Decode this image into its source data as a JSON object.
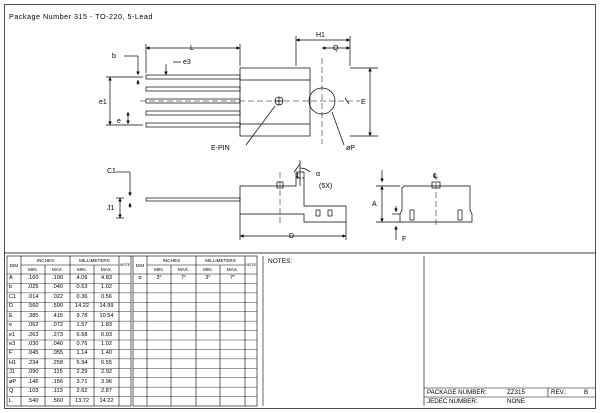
{
  "title": "Package Number 315 - TO-220, 5-Lead",
  "labels": {
    "L": "L",
    "b": "b",
    "e3": "e3",
    "e1": "e1",
    "e": "e",
    "H1": "H1",
    "Q": "Q",
    "E": "E",
    "E_PIN": "E-PIN",
    "oP": "øP",
    "C1": "C1",
    "J1": "J1",
    "alpha": "α",
    "five_x": "(5X)",
    "D": "D",
    "A": "A",
    "F": "F",
    "CL": "℄"
  },
  "table": {
    "col_dim": "DIM",
    "col_inches": "INCHES",
    "col_mm": "MILLIMETERS",
    "col_note": "NOTE",
    "col_min": "MIN.",
    "col_max": "MAX.",
    "rows": [
      {
        "dim": "A",
        "in_min": ".160",
        "in_max": ".190",
        "mm_min": "4.06",
        "mm_max": "4.83"
      },
      {
        "dim": "b",
        "in_min": ".025",
        "in_max": ".040",
        "mm_min": "0.63",
        "mm_max": "1.02"
      },
      {
        "dim": "C1",
        "in_min": ".014",
        "in_max": ".022",
        "mm_min": "0.36",
        "mm_max": "0.56"
      },
      {
        "dim": "D",
        "in_min": ".560",
        "in_max": ".590",
        "mm_min": "14.22",
        "mm_max": "14.99"
      },
      {
        "dim": "E",
        "in_min": ".385",
        "in_max": ".415",
        "mm_min": "9.78",
        "mm_max": "10.54"
      },
      {
        "dim": "e",
        "in_min": ".062",
        "in_max": ".072",
        "mm_min": "1.57",
        "mm_max": "1.83"
      },
      {
        "dim": "e1",
        "in_min": ".263",
        "in_max": ".273",
        "mm_min": "6.68",
        "mm_max": "6.93"
      },
      {
        "dim": "e3",
        "in_min": ".030",
        "in_max": ".040",
        "mm_min": "0.76",
        "mm_max": "1.02"
      },
      {
        "dim": "F",
        "in_min": ".045",
        "in_max": ".055",
        "mm_min": "1.14",
        "mm_max": "1.40"
      },
      {
        "dim": "H1",
        "in_min": ".234",
        "in_max": ".258",
        "mm_min": "5.94",
        "mm_max": "6.55"
      },
      {
        "dim": "J1",
        "in_min": ".090",
        "in_max": ".115",
        "mm_min": "2.29",
        "mm_max": "2.92"
      },
      {
        "dim": "øP",
        "in_min": ".146",
        "in_max": ".156",
        "mm_min": "3.71",
        "mm_max": "3.96"
      },
      {
        "dim": "Q",
        "in_min": ".103",
        "in_max": ".113",
        "mm_min": "2.62",
        "mm_max": "2.87"
      },
      {
        "dim": "L",
        "in_min": ".540",
        "in_max": ".560",
        "mm_min": "13.72",
        "mm_max": "14.22"
      }
    ],
    "angle_row": {
      "dim": "α",
      "in_min": "3°",
      "in_max": "7°",
      "mm_min": "3°",
      "mm_max": "7°"
    }
  },
  "notes_title": "NOTES:",
  "footer": {
    "package_label": "PACKAGE NUMBER:",
    "package_value": "ZZ315",
    "rev_label": "REV.:",
    "rev_value": "B",
    "jedec_label": "JEDEC NUMBER:",
    "jedec_value": "NONE"
  }
}
